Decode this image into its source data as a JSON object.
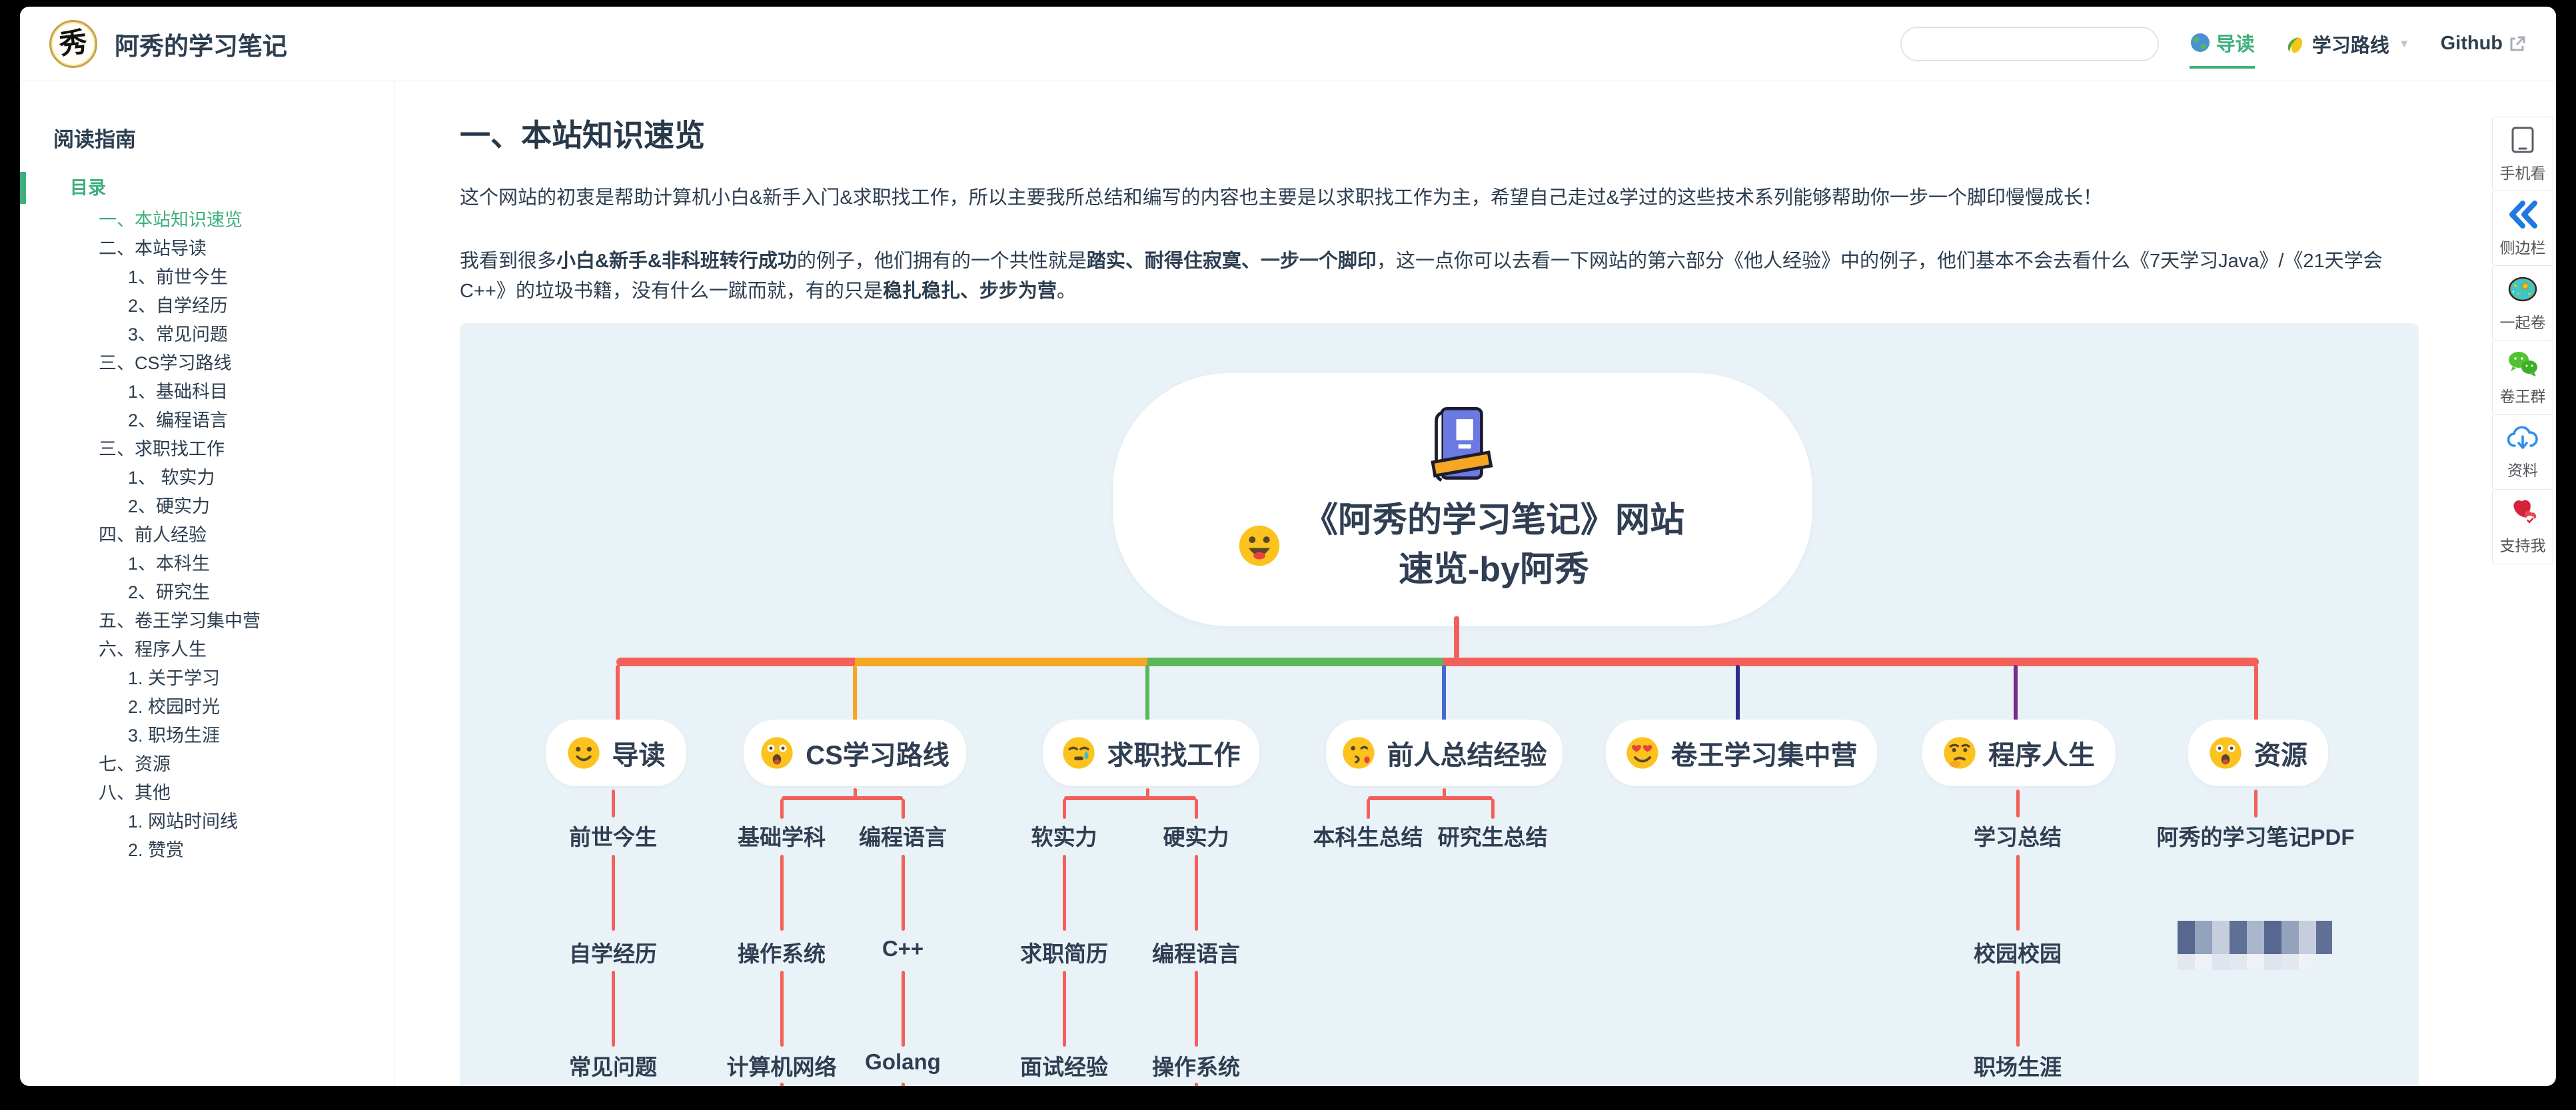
{
  "header": {
    "logo_char": "秀",
    "site_title": "阿秀的学习笔记",
    "nav": [
      {
        "label": "导读",
        "icon": "globe-emoji",
        "active": true
      },
      {
        "label": "学习路线",
        "icon": "corn-emoji",
        "has_dropdown": true
      },
      {
        "label": "Github",
        "icon": "external-link-icon",
        "external": true
      }
    ]
  },
  "sidebar": {
    "section_title": "阅读指南",
    "items": [
      {
        "label": "目录",
        "level": 0,
        "active": true
      },
      {
        "label": "一、本站知识速览",
        "level": 1,
        "active": true
      },
      {
        "label": "二、本站导读",
        "level": 1
      },
      {
        "label": "1、前世今生",
        "level": 2
      },
      {
        "label": "2、自学经历",
        "level": 2
      },
      {
        "label": "3、常见问题",
        "level": 2
      },
      {
        "label": "三、CS学习路线",
        "level": 1
      },
      {
        "label": "1、基础科目",
        "level": 2
      },
      {
        "label": "2、编程语言",
        "level": 2
      },
      {
        "label": "三、求职找工作",
        "level": 1
      },
      {
        "label": "1、 软实力",
        "level": 2
      },
      {
        "label": "2、硬实力",
        "level": 2
      },
      {
        "label": "四、前人经验",
        "level": 1
      },
      {
        "label": "1、本科生",
        "level": 2
      },
      {
        "label": "2、研究生",
        "level": 2
      },
      {
        "label": "五、卷王学习集中营",
        "level": 1
      },
      {
        "label": "六、程序人生",
        "level": 1
      },
      {
        "label": "1. 关于学习",
        "level": 2
      },
      {
        "label": "2. 校园时光",
        "level": 2
      },
      {
        "label": "3. 职场生涯",
        "level": 2
      },
      {
        "label": "七、资源",
        "level": 1
      },
      {
        "label": "八、其他",
        "level": 1
      },
      {
        "label": "1. 网站时间线",
        "level": 2
      },
      {
        "label": "2. 赞赏",
        "level": 2
      }
    ]
  },
  "main": {
    "heading": "一、本站知识速览",
    "paragraph1": "这个网站的初衷是帮助计算机小白&新手入门&求职找工作，所以主要我所总结和编写的内容也主要是以求职找工作为主，希望自己走过&学过的这些技术系列能够帮助你一步一个脚印慢慢成长！",
    "paragraph2_segments": [
      {
        "text": "我看到很多",
        "bold": false
      },
      {
        "text": "小白&新手&非科班转行成功",
        "bold": true
      },
      {
        "text": "的例子，他们拥有的一个共性就是",
        "bold": false
      },
      {
        "text": "踏实、耐得住寂寞、一步一个脚印",
        "bold": true
      },
      {
        "text": "，这一点你可以去看一下网站的第六部分《他人经验》中的例子，他们基本不会去看什么《7天学习Java》/《21天学会C++》的垃圾书籍，没有什么一蹴而就，有的只是",
        "bold": false
      },
      {
        "text": "稳扎稳扎、步步为营",
        "bold": true
      },
      {
        "text": "。",
        "bold": false
      }
    ]
  },
  "mindmap": {
    "background_color": "#e9f2f7",
    "connector_red": "#f3605a",
    "center": {
      "icon": "book-icon",
      "emoji": "grinning-face-emoji",
      "title": "《阿秀的学习笔记》网站速览-by阿秀"
    },
    "branches": [
      {
        "label": "导读",
        "emoji": "slightly-smiling-face-emoji",
        "color": "#f3605a",
        "children": [
          "前世今生",
          "自学经历",
          "常见问题"
        ]
      },
      {
        "label": "CS学习路线",
        "emoji": "astonished-face-emoji",
        "color": "#f5a623",
        "groups": [
          {
            "label": "基础学科",
            "children": [
              "操作系统",
              "计算机网络"
            ]
          },
          {
            "label": "编程语言",
            "children": [
              "C++",
              "Golang"
            ]
          }
        ]
      },
      {
        "label": "求职找工作",
        "emoji": "sleepy-face-emoji",
        "color": "#5bb75b",
        "groups": [
          {
            "label": "软实力",
            "children": [
              "求职简历",
              "面试经验"
            ]
          },
          {
            "label": "硬实力",
            "children": [
              "编程语言",
              "操作系统"
            ]
          }
        ]
      },
      {
        "label": "前人总结经验",
        "emoji": "face-blowing-kiss-emoji",
        "color": "#4468d4",
        "groups": [
          {
            "label": "本科生总结",
            "children": []
          },
          {
            "label": "研究生总结",
            "children": []
          }
        ]
      },
      {
        "label": "卷王学习集中营",
        "emoji": "heart-eyes-face-emoji",
        "color": "#2b2f86"
      },
      {
        "label": "程序人生",
        "emoji": "thinking-face-emoji",
        "color": "#7a2a8a",
        "children": [
          "学习总结",
          "校园校园",
          "职场生涯"
        ]
      },
      {
        "label": "资源",
        "emoji": "astonished-face-emoji",
        "color": "#f3605a",
        "children": [
          "阿秀的学习笔记PDF"
        ],
        "has_censored_item": true
      }
    ]
  },
  "side_toolbar": [
    {
      "icon": "tablet-icon",
      "label": "手机看"
    },
    {
      "icon": "double-chevron-left-icon",
      "label": "侧边栏"
    },
    {
      "icon": "planet-ball-icon",
      "label": "一起卷"
    },
    {
      "icon": "wechat-icon",
      "label": "卷王群"
    },
    {
      "icon": "cloud-download-icon",
      "label": "资料"
    },
    {
      "icon": "hearts-icon",
      "label": "支持我"
    }
  ]
}
